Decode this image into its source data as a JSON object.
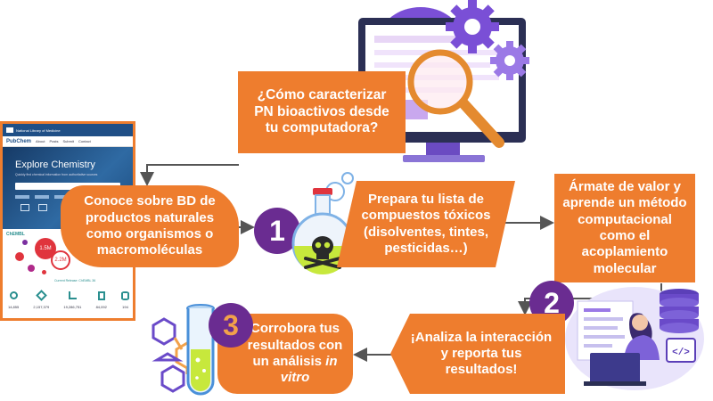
{
  "colors": {
    "orange": "#ee7d2e",
    "purple": "#6a2c91",
    "arrow": "#555555",
    "pubchem_blue": "#1f4f86"
  },
  "question": {
    "text": "¿Cómo caracterizar PN bioactivos desde tu computadora?"
  },
  "steps": {
    "conoce": "Conoce sobre BD de productos naturales como organismos o macromoléculas",
    "prepara": "Prepara tu lista de compuestos tóxicos (disolventes, tintes, pesticidas…)",
    "armate": "Ármate de valor y aprende un método computacional como el acoplamiento molecular",
    "analiza": "¡Analiza la interacción y reporta tus resultados!",
    "corrobora_main": "Corrobora tus resultados con un análisis",
    "corrobora_italic": "in vitro"
  },
  "numbers": {
    "one": "1",
    "two": "2",
    "three": "3"
  },
  "pubchem": {
    "top_bar": "National Library of Medicine",
    "logo": "PubChem",
    "nav": [
      "About",
      "Posts",
      "Submit",
      "Contact"
    ],
    "hero_title": "Explore Chemistry",
    "hero_subtitle": "Quickly find chemical information from authoritative sources",
    "chembl_logo": "ChEMBL",
    "stat_big": "1.5M",
    "stat_mid": "2.2M",
    "release": "Current Release: ChEMBL 36",
    "counts": [
      "14,855",
      "2,157,379",
      "19,286,751",
      "84,092",
      "194"
    ]
  },
  "icons": {
    "gears": "gear-icon",
    "magnifier": "magnifier-icon",
    "flask": "toxic-flask-icon",
    "test_tube": "test-tube-icon",
    "molecule": "hexagon-molecule-icon",
    "developer": "developer-laptop-icon",
    "database": "database-icon",
    "code": "code-icon"
  }
}
